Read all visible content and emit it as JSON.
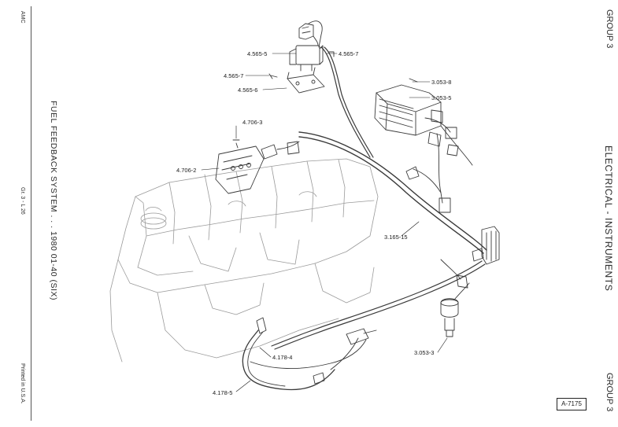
{
  "left_margin": {
    "publisher": "AMC",
    "code": "Gr. 3 - L 26",
    "printed": "Printed in U.S.A."
  },
  "diagram_title": "FUEL FEEDBACK SYSTEM . . . 1980 01-40 (SIX)",
  "right_margin": {
    "group_top": "GROUP 3",
    "section": "ELECTRICAL - INSTRUMENTS",
    "group_bottom": "GROUP 3"
  },
  "reference_number": "A-7175",
  "callouts": {
    "c1": "4.565-5",
    "c2": "4.565-7",
    "c3": "4.565-7",
    "c4": "4.565-6",
    "c5": "3.053-8",
    "c6": "3.053-5",
    "c7": "4.706-3",
    "c8": "4.706-2",
    "c9": "3.165-15",
    "c10": "3.053-3",
    "c11": "4.178-4",
    "c12": "4.178-5"
  }
}
